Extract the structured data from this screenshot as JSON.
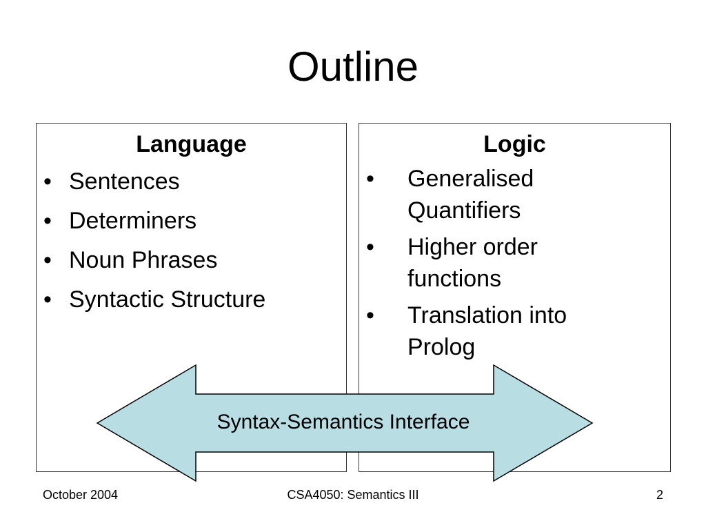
{
  "slide": {
    "title": "Outline"
  },
  "left_panel": {
    "heading": "Language",
    "bullet_mark": "•",
    "items": [
      "Sentences",
      "Determiners",
      "Noun Phrases",
      "Syntactic Structure"
    ]
  },
  "right_panel": {
    "heading": "Logic",
    "bullet_mark": "•",
    "items": [
      "Generalised Quantifiers",
      "Higher order functions",
      "Translation into Prolog"
    ]
  },
  "arrow": {
    "label": "Syntax-Semantics Interface",
    "fill_color": "#b8dde2",
    "stroke_color": "#000000"
  },
  "footer": {
    "date": "October 2004",
    "course": "CSA4050: Semantics III",
    "page_number": "2"
  }
}
